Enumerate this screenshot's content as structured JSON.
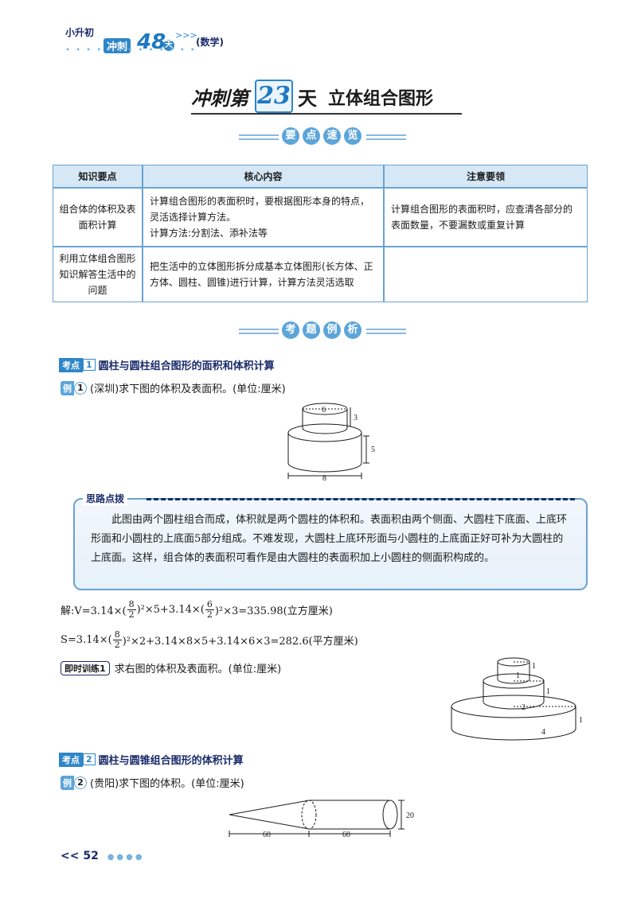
{
  "header": {
    "series_small": "小升初",
    "series_rush": "冲刺",
    "series_num": "48",
    "series_day": "天",
    "arrows": ">>>",
    "subject": "(数学)"
  },
  "title": {
    "prefix": "冲刺第",
    "day": "23",
    "suffix": "天",
    "topic": "立体组合图形"
  },
  "banner1": [
    "要",
    "点",
    "速",
    "览"
  ],
  "table": {
    "headers": [
      "知识要点",
      "核心内容",
      "注意要领"
    ],
    "rows": [
      {
        "point": "组合体的体积及表面积计算",
        "core_1": "计算组合图形的表面积时，要根据图形本身的特点，灵活选择计算方法。",
        "core_2": "计算方法:分割法、添补法等",
        "note": "计算组合图形的表面积时，应查清各部分的表面数量，不要漏数或重复计算"
      },
      {
        "point": "利用立体组合图形知识解答生活中的问题",
        "core_1": "把生活中的立体图形拆分成基本立体图形(长方体、正方体、圆柱、圆锥)进行计算，计算方法灵活选取",
        "core_2": "",
        "note": ""
      }
    ]
  },
  "banner2": [
    "考",
    "题",
    "例",
    "析"
  ],
  "kp1": {
    "tag": "考点",
    "no": "1",
    "text": "圆柱与圆柱组合图形的面积和体积计算"
  },
  "ex1": {
    "tag": "例",
    "no": "1",
    "text": "(深圳)求下图的体积及表面积。(单位:厘米)"
  },
  "fig1": {
    "top_d": "6",
    "top_h": "3",
    "bot_h": "5",
    "bot_d": "8"
  },
  "hint": {
    "label": "思路点拨",
    "text": "此图由两个圆柱组合而成，体积就是两个圆柱的体积和。表面积由两个侧面、大圆柱下底面、上底环形面和小圆柱的上底面5部分组成。不难发现，大圆柱上底环形面与小圆柱的上底面正好可补为大圆柱的上底面。这样，组合体的表面积可看作是由大圆柱的表面积加上小圆柱的侧面积构成的。"
  },
  "solution": {
    "v_a": "解:V=3.14×(",
    "v_f1_n": "8",
    "v_f1_d": "2",
    "v_b": ")²×5+3.14×(",
    "v_f2_n": "6",
    "v_f2_d": "2",
    "v_c": ")²×3=335.98(立方厘米)",
    "s_a": "S=3.14×(",
    "s_f_n": "8",
    "s_f_d": "2",
    "s_b": ")²×2+3.14×8×5+3.14×6×3=282.6(平方厘米)"
  },
  "drill": {
    "tag": "即时训练1",
    "text": "求右图的体积及表面积。(单位:厘米)"
  },
  "fig2": {
    "l1": "1",
    "l2": "1",
    "l3": "1",
    "l4": "2",
    "l5": "1",
    "l6": "4"
  },
  "kp2": {
    "tag": "考点",
    "no": "2",
    "text": "圆柱与圆锥组合图形的体积计算"
  },
  "ex2": {
    "tag": "例",
    "no": "2",
    "text": "(贵阳)求下图的体积。(单位:厘米)"
  },
  "fig3": {
    "cone_len": "60",
    "cyl_len": "60",
    "diam": "20"
  },
  "footer": {
    "arrows": "<<",
    "page": "52",
    "dots": "●●●●"
  }
}
